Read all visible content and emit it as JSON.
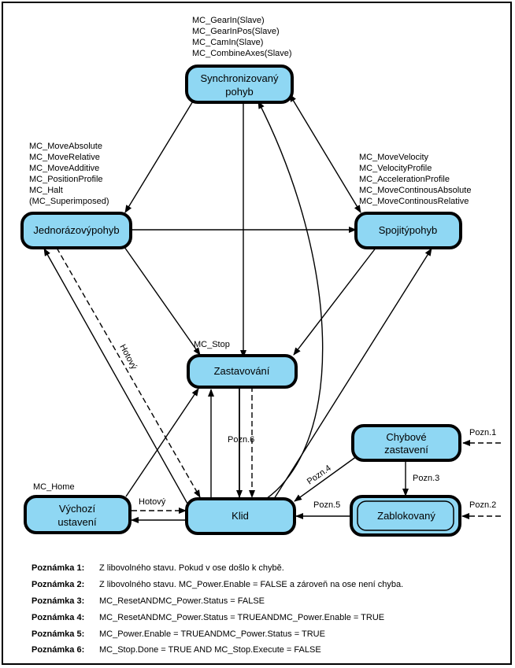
{
  "states": {
    "synchronizovany": [
      "Synchronizovaný",
      "pohyb"
    ],
    "jednorazovy": [
      "Jednorázovýpohyb"
    ],
    "spojity": [
      "Spojitýpohyb"
    ],
    "zastavovani": [
      "Zastavování"
    ],
    "klid": [
      "Klid"
    ],
    "vychozi": [
      "Výchozí",
      "ustavení"
    ],
    "chybove": [
      "Chybové",
      "zastavení"
    ],
    "zablokovany": [
      "Zablokovaný"
    ]
  },
  "function_blocks": {
    "sync": [
      "MC_GearIn(Slave)",
      "MC_GearInPos(Slave)",
      "MC_CamIn(Slave)",
      "MC_CombineAxes(Slave)"
    ],
    "discrete": [
      "MC_MoveAbsolute",
      "MC_MoveRelative",
      "MC_MoveAdditive",
      "MC_PositionProfile",
      "MC_Halt",
      "(MC_Superimposed)"
    ],
    "continuous": [
      "MC_MoveVelocity",
      "MC_VelocityProfile",
      "MC_AccelerationProfile",
      "MC_MoveContinousAbsolute",
      "MC_MoveContinousRelative"
    ],
    "stop": [
      "MC_Stop"
    ],
    "home": [
      "MC_Home"
    ]
  },
  "edge_labels": {
    "hotovy_diag": "Hotový",
    "hotovy_home": "Hotový",
    "pozn1": "Pozn.1",
    "pozn2": "Pozn.2",
    "pozn3": "Pozn.3",
    "pozn4": "Pozn.4",
    "pozn5": "Pozn.5",
    "pozn6": "Pozn.6"
  },
  "notes": [
    {
      "label": "Poznámka 1:",
      "text": "Z libovolného stavu. Pokud v ose došlo k chybě."
    },
    {
      "label": "Poznámka 2:",
      "text": "Z libovolného stavu.  MC_Power.Enable = FALSE a zároveň na ose není chyba."
    },
    {
      "label": "Poznámka 3:",
      "text": "MC_ResetANDMC_Power.Status = FALSE"
    },
    {
      "label": "Poznámka 4:",
      "text": "MC_ResetANDMC_Power.Status = TRUEANDMC_Power.Enable = TRUE"
    },
    {
      "label": "Poznámka 5:",
      "text": "MC_Power.Enable = TRUEANDMC_Power.Status = TRUE"
    },
    {
      "label": "Poznámka 6:",
      "text": "MC_Stop.Done = TRUE AND MC_Stop.Execute = FALSE"
    }
  ],
  "colors": {
    "state_fill": "#8fd7f3",
    "line": "#000000"
  }
}
